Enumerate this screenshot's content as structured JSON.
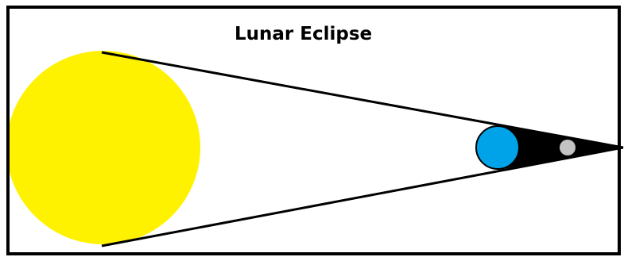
{
  "title": "Lunar Eclipse",
  "bodies": {
    "sun": {
      "name": "sun",
      "color": "#FFF200"
    },
    "earth": {
      "name": "earth",
      "color": "#00A2E8"
    },
    "moon": {
      "name": "moon",
      "color": "#C3C3C3"
    }
  },
  "shadow": {
    "name": "umbra",
    "color": "#000000"
  },
  "frame_color": "#000000",
  "line_color": "#000000"
}
